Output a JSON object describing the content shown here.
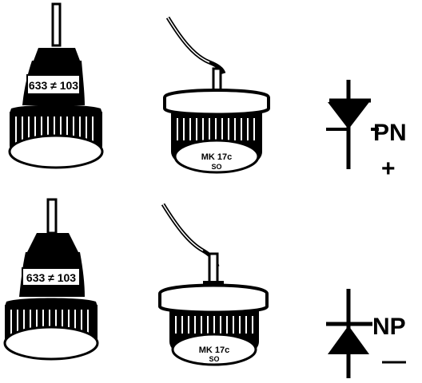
{
  "diagram": {
    "rows": [
      {
        "stud_diode": {
          "marking": "633 ≠ 103"
        },
        "wire_diode": {
          "marking_line1": "MK 17c",
          "marking_line2": "SO"
        },
        "symbol": {
          "type": "PN",
          "label": "PN",
          "polarity": "+",
          "orientation": "anode-up"
        }
      },
      {
        "stud_diode": {
          "marking": "633 ≠ 103"
        },
        "wire_diode": {
          "marking_line1": "MK 17c",
          "marking_line2": "SO"
        },
        "symbol": {
          "type": "NP",
          "label": "NP",
          "polarity": "—",
          "orientation": "anode-down"
        }
      }
    ]
  }
}
